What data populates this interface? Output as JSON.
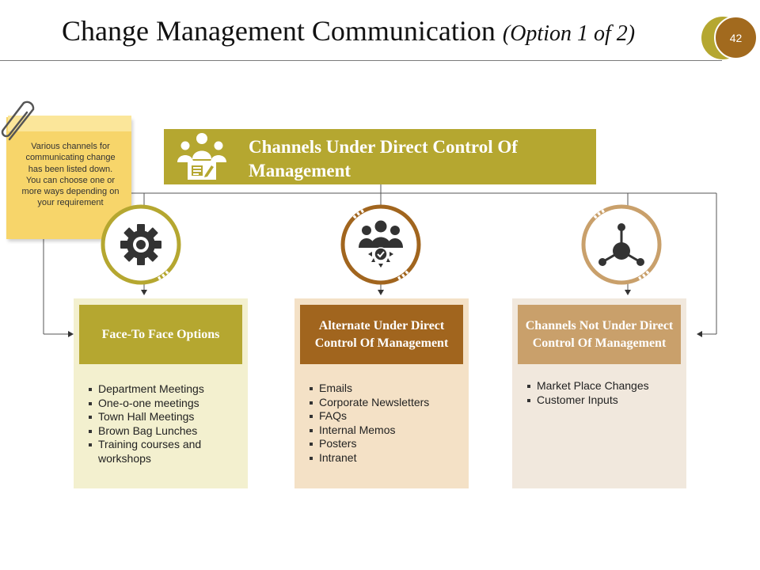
{
  "slide": {
    "title": "Change Management Communication",
    "subtitle": "(Option 1 of 2)",
    "page_number": "42"
  },
  "note": {
    "text": "Various channels for communicating change has been listed down. You can choose one or more ways depending on your requirement"
  },
  "header": {
    "title": "Channels Under Direct Control Of Management",
    "icon": "team-document-icon"
  },
  "columns": [
    {
      "icon": "gear-icon",
      "title": "Face-To Face Options",
      "items": [
        "Department Meetings",
        "One-o-one meetings",
        "Town Hall Meetings",
        "Brown Bag Lunches",
        "Training  courses and workshops"
      ]
    },
    {
      "icon": "team-network-icon",
      "title": "Alternate Under Direct Control Of Management",
      "items": [
        "Emails",
        "Corporate Newsletters",
        "FAQs",
        "Internal Memos",
        "Posters",
        "Intranet"
      ]
    },
    {
      "icon": "network-nodes-icon",
      "title": "Channels Not Under Direct Control Of Management",
      "items": [
        "Market Place Changes",
        "Customer Inputs"
      ]
    }
  ],
  "colors": {
    "olive": "#b5a730",
    "brown": "#a1651e",
    "tan": "#c9a06b",
    "note_yellow": "#f7d56a"
  }
}
